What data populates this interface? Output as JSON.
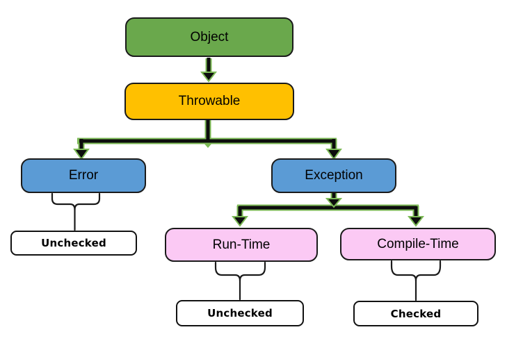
{
  "diagram": {
    "nodes": {
      "object": {
        "label": "Object",
        "fill": "#6aa84c"
      },
      "throwable": {
        "label": "Throwable",
        "fill": "#ffc000"
      },
      "error": {
        "label": "Error",
        "fill": "#5b9bd5"
      },
      "exception": {
        "label": "Exception",
        "fill": "#5b9bd5"
      },
      "run_time": {
        "label": "Run-Time",
        "fill": "#fbc9f4"
      },
      "compile_time": {
        "label": "Compile-Time",
        "fill": "#fbc9f4"
      },
      "error_leaf": {
        "label": "Unchecked",
        "fill": "#ffffff"
      },
      "run_time_leaf": {
        "label": "Unchecked",
        "fill": "#ffffff"
      },
      "compile_time_leaf": {
        "label": "Checked",
        "fill": "#ffffff"
      }
    },
    "edges": [
      {
        "from": "Object",
        "to": "Throwable",
        "type": "arrow"
      },
      {
        "from": "Throwable",
        "to": "Error",
        "type": "arrow"
      },
      {
        "from": "Throwable",
        "to": "Exception",
        "type": "arrow"
      },
      {
        "from": "Exception",
        "to": "Run-Time",
        "type": "arrow"
      },
      {
        "from": "Exception",
        "to": "Compile-Time",
        "type": "arrow"
      },
      {
        "from": "Error",
        "to": "Unchecked",
        "type": "brace"
      },
      {
        "from": "Run-Time",
        "to": "Unchecked",
        "type": "brace"
      },
      {
        "from": "Compile-Time",
        "to": "Checked",
        "type": "brace"
      }
    ],
    "colors": {
      "background": "#ffffff",
      "connector_core": "#0d0d0d",
      "connector_outline": "#7cb956",
      "node_border": "#1a1a1a",
      "text": "#000000"
    }
  }
}
